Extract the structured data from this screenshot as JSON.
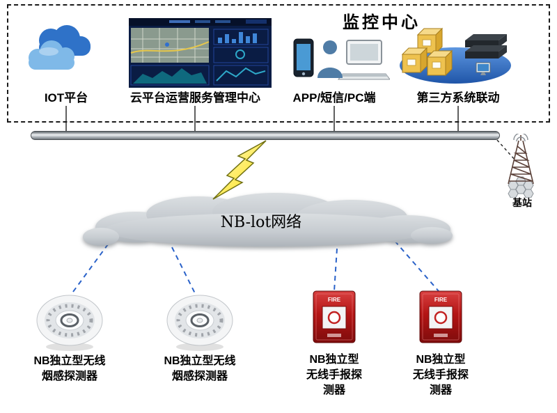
{
  "monitoring_center": {
    "title": "监控中心",
    "items": [
      {
        "id": "iot-platform",
        "label": "IOT平台"
      },
      {
        "id": "cloud-platform",
        "label": "云平台运营服务管理中心"
      },
      {
        "id": "app-sms-pc",
        "label": "APP/短信/PC端"
      },
      {
        "id": "third-party",
        "label": "第三方系统联动"
      }
    ]
  },
  "network": {
    "cloud_label": "NB-lot网络",
    "base_station_label": "基站"
  },
  "devices": [
    {
      "type": "smoke-detector",
      "label": "NB独立型无线\n烟感探测器"
    },
    {
      "type": "smoke-detector",
      "label": "NB独立型无线\n烟感探测器"
    },
    {
      "type": "manual-call-point",
      "label": "NB独立型\n无线手报探\n测器",
      "panel_text": "FIRE"
    },
    {
      "type": "manual-call-point",
      "label": "NB独立型\n无线手报探\n测器",
      "panel_text": "FIRE"
    }
  ],
  "colors": {
    "link-blue": "#2a62c9",
    "cloud-gray": "#c7ccd1",
    "device-red": "#b31414",
    "lightning-yellow": "#ffdf00",
    "iot-blue-dark": "#2f72c8",
    "iot-blue-light": "#7fb9e8"
  }
}
